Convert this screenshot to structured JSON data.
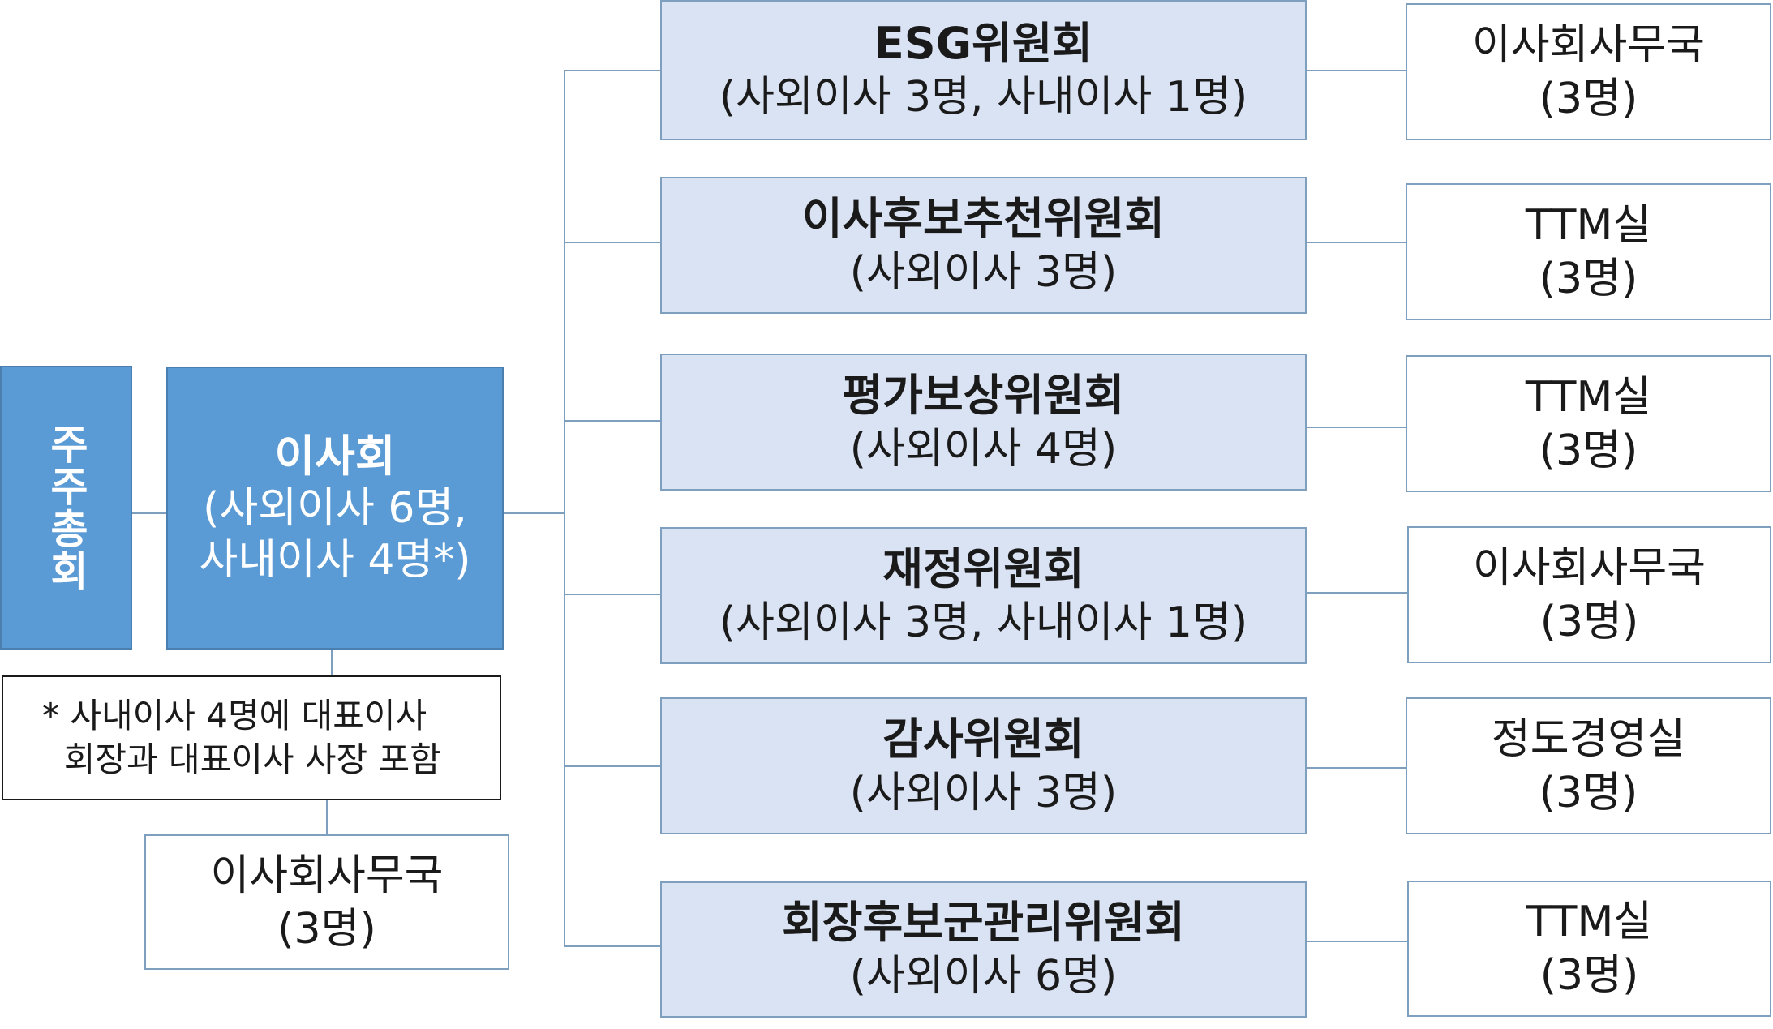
{
  "shareholders": {
    "label": "주주총회"
  },
  "board": {
    "title": "이사회",
    "detail_line1": "(사외이사 6명,",
    "detail_line2": "사내이사 4명*)"
  },
  "footnote": {
    "text": "* 사내이사 4명에 대표이사\n  회장과 대표이사 사장 포함"
  },
  "board_office": {
    "name": "이사회사무국",
    "count": "(3명)"
  },
  "committees": [
    {
      "name": "ESG위원회",
      "members": "(사외이사 3명, 사내이사 1명)",
      "support": "이사회사무국",
      "support_count": "(3명)"
    },
    {
      "name": "이사후보추천위원회",
      "members": "(사외이사 3명)",
      "support": "TTM실",
      "support_count": "(3명)"
    },
    {
      "name": "평가보상위원회",
      "members": "(사외이사 4명)",
      "support": "TTM실",
      "support_count": "(3명)"
    },
    {
      "name": "재정위원회",
      "members": "(사외이사 3명, 사내이사 1명)",
      "support": "이사회사무국",
      "support_count": "(3명)"
    },
    {
      "name": "감사위원회",
      "members": "(사외이사 3명)",
      "support": "정도경영실",
      "support_count": "(3명)"
    },
    {
      "name": "회장후보군관리위원회",
      "members": "(사외이사 6명)",
      "support": "TTM실",
      "support_count": "(3명)"
    }
  ],
  "colors": {
    "board_fill": "#5b9bd5",
    "committee_fill": "#dae3f3",
    "connector": "#7f9fbf"
  }
}
